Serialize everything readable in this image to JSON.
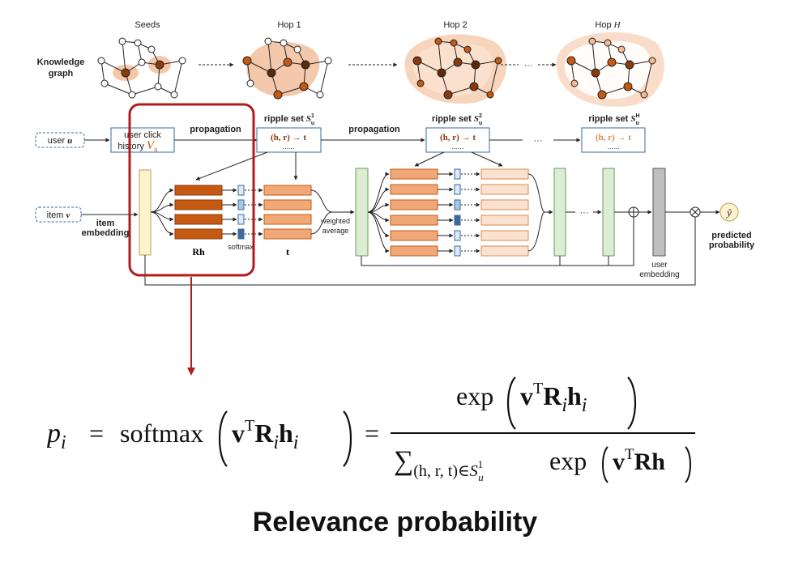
{
  "hops": [
    "Seeds",
    "Hop 1",
    "Hop 2",
    "Hop "
  ],
  "hop_h_symbol": "H",
  "kg_label_line1": "Knowledge",
  "kg_label_line2": "graph",
  "ellipsis": "···",
  "user_label": "user ",
  "user_symbol": "u",
  "item_label": "item ",
  "item_symbol": "v",
  "history_line1": "user click",
  "history_line2": "history ",
  "history_symbol": "V",
  "history_sub": "u",
  "propagation": "propagation",
  "ripple_label": "ripple set ",
  "ripple_symbol": "S",
  "ripple_sub": "u",
  "ripple_sups": [
    "1",
    "2",
    "H"
  ],
  "triple": "(h, r) → t",
  "dots": "......",
  "item_embedding_line1": "item",
  "item_embedding_line2": "embedding",
  "rh_label": "Rh",
  "softmax_label": "softmax",
  "t_label": "t",
  "weighted_line1": "weighted",
  "weighted_line2": "average",
  "user_embedding_line1": "user",
  "user_embedding_line2": "embedding",
  "predicted_line1": "predicted",
  "predicted_line2": "probability",
  "yhat": "ŷ",
  "formula": {
    "p": "p",
    "sub_i": "i",
    "eq": "=",
    "softmax": "softmax",
    "v": "v",
    "T": "T",
    "R": "R",
    "h": "h",
    "exp": "exp",
    "sum": "∑",
    "sum_range": "(h, r, t)∈",
    "S": "S",
    "sub_u": "u",
    "sup_1": "1",
    "Rh": "Rh"
  },
  "footer_title": "Relevance probability",
  "colors": {
    "orange_dark": "#c65a12",
    "orange_mid": "#f0a878",
    "orange_light": "#fbe1cf",
    "yellow_cell": "#fdf3cf",
    "green_cell": "#dcedd3",
    "gray_cell": "#bfbfbf",
    "blue_dark": "#3a6b9a",
    "blue_light": "#dce9f6",
    "highlight_red": "#b01d1d",
    "node_fill": "#c65a12"
  }
}
